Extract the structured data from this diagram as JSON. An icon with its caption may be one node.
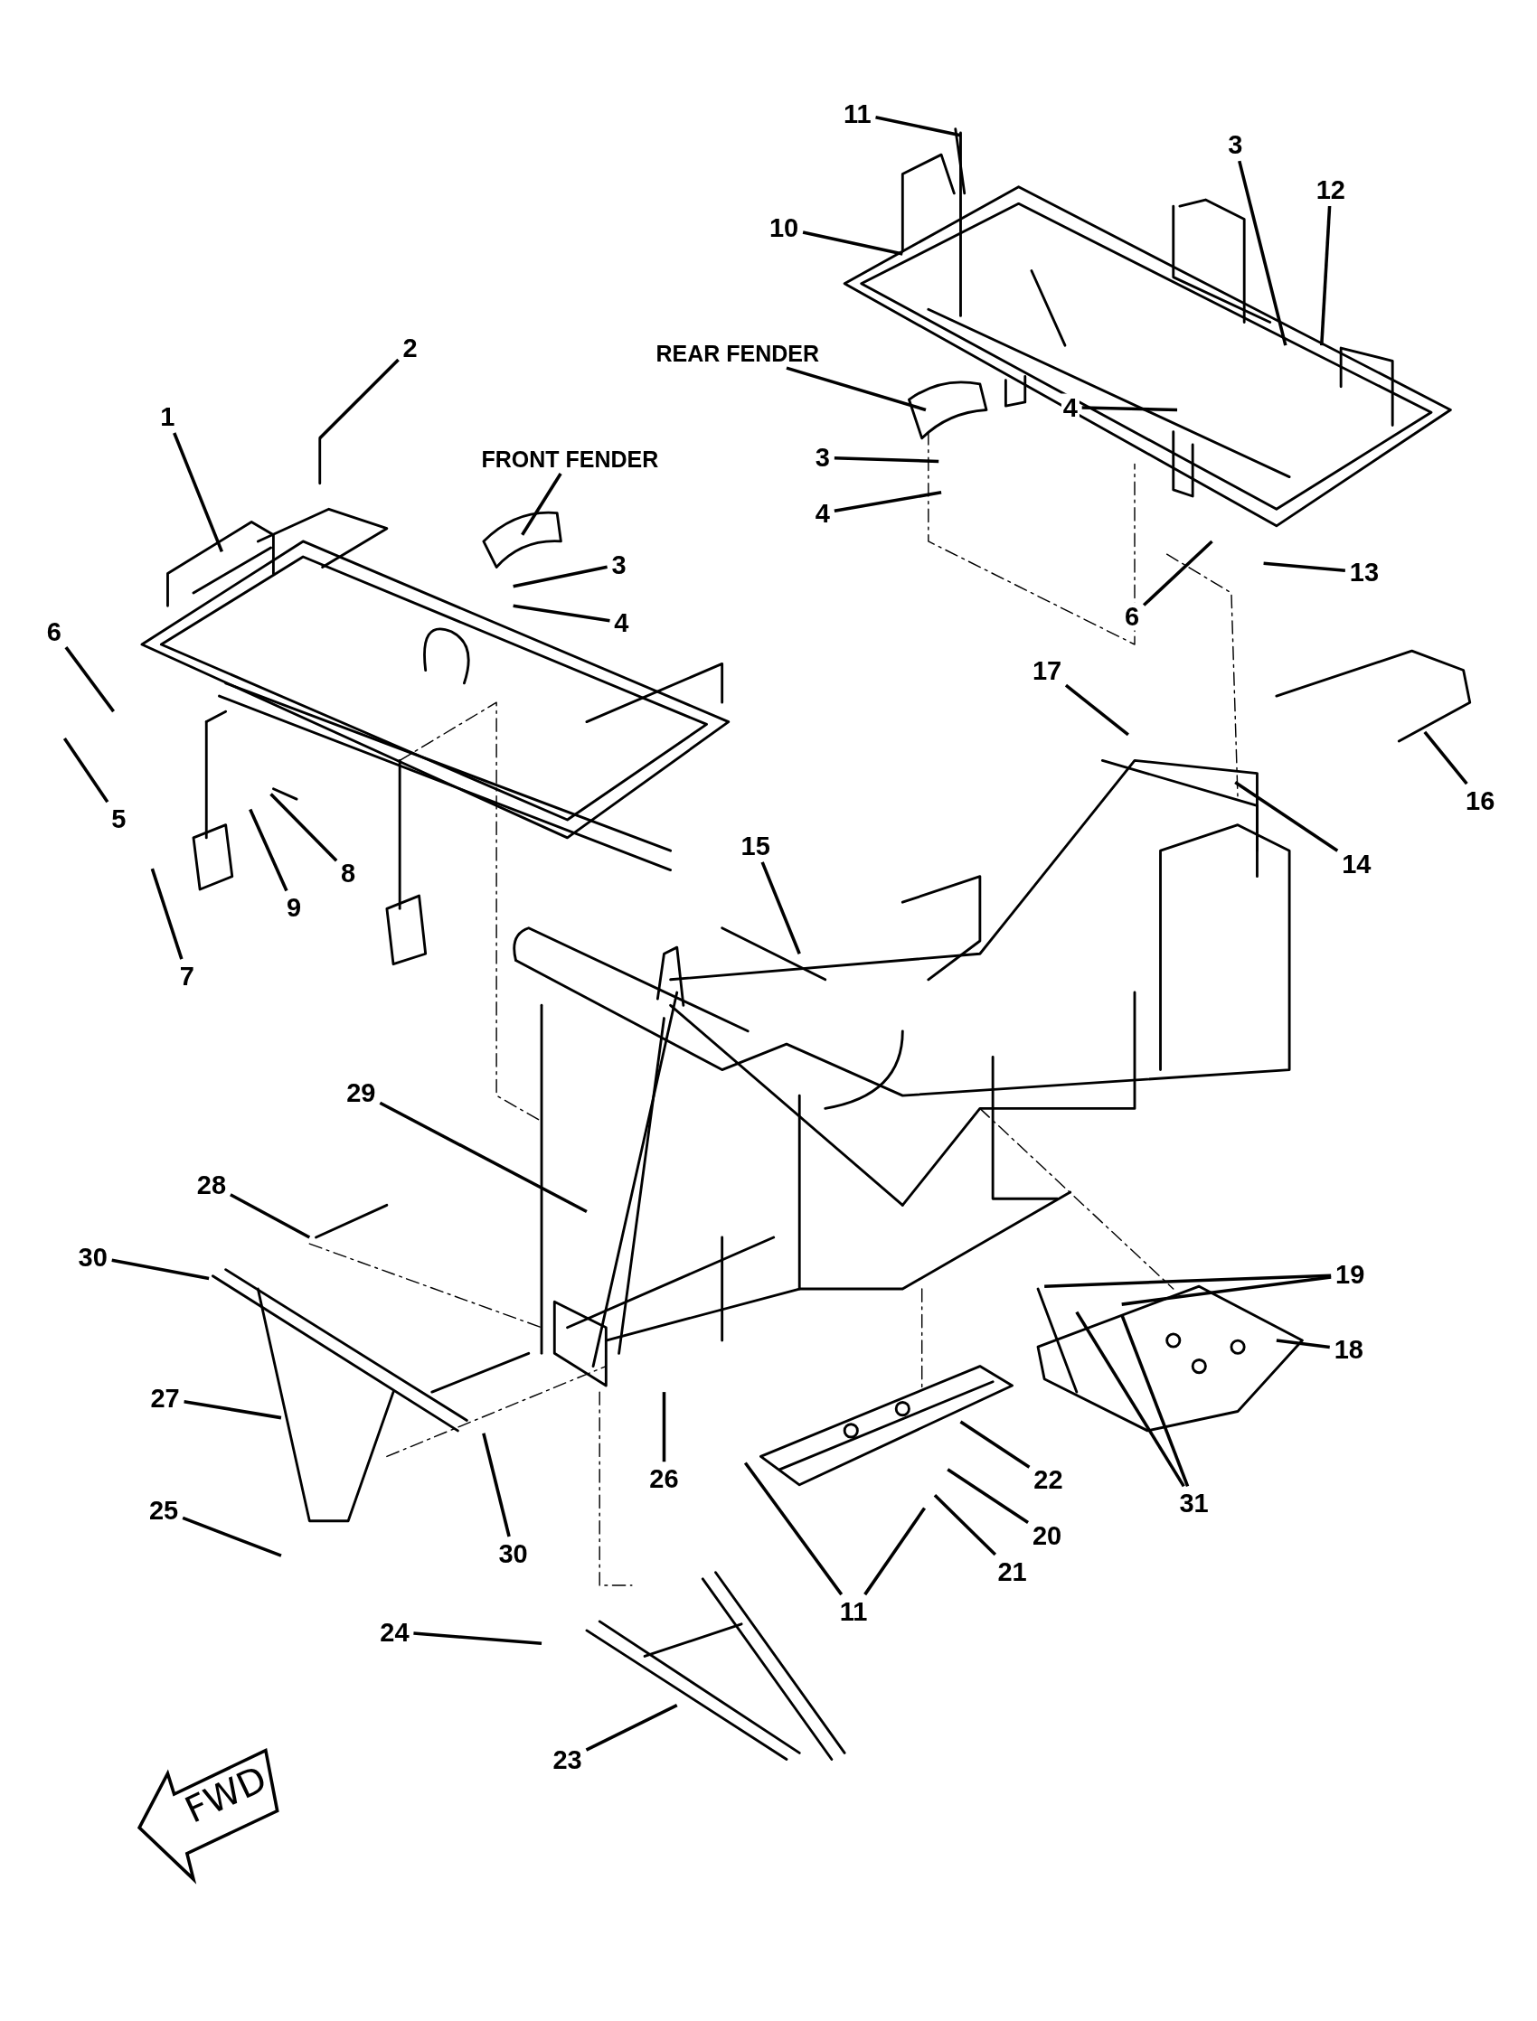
{
  "diagram": {
    "nodes": [
      {
        "text": [
          "11"
        ]
      },
      {
        "text": [
          "10"
        ]
      },
      {
        "text": [
          "3"
        ]
      },
      {
        "text": [
          "12"
        ]
      },
      {
        "text": [
          "REAR FENDER"
        ]
      },
      {
        "text": [
          "4"
        ]
      },
      {
        "text": [
          "3"
        ]
      },
      {
        "text": [
          "4"
        ]
      },
      {
        "text": [
          "13"
        ]
      },
      {
        "text": [
          "6"
        ]
      },
      {
        "text": [
          "2"
        ]
      },
      {
        "text": [
          "1"
        ]
      },
      {
        "text": [
          "FRONT FENDER"
        ]
      },
      {
        "text": [
          "3"
        ]
      },
      {
        "text": [
          "4"
        ]
      },
      {
        "text": [
          "6"
        ]
      },
      {
        "text": [
          "5"
        ]
      },
      {
        "text": [
          "8"
        ]
      },
      {
        "text": [
          "9"
        ]
      },
      {
        "text": [
          "7"
        ]
      },
      {
        "text": [
          "17"
        ]
      },
      {
        "text": [
          "16"
        ]
      },
      {
        "text": [
          "14"
        ]
      },
      {
        "text": [
          "15"
        ]
      },
      {
        "text": [
          "29"
        ]
      },
      {
        "text": [
          "28"
        ]
      },
      {
        "text": [
          "30"
        ]
      },
      {
        "text": [
          "19"
        ]
      },
      {
        "text": [
          "18"
        ]
      },
      {
        "text": [
          "27"
        ]
      },
      {
        "text": [
          "26"
        ]
      },
      {
        "text": [
          "22"
        ]
      },
      {
        "text": [
          "30"
        ]
      },
      {
        "text": [
          "31"
        ]
      },
      {
        "text": [
          "20"
        ]
      },
      {
        "text": [
          "25"
        ]
      },
      {
        "text": [
          "21"
        ]
      },
      {
        "text": [
          "11"
        ]
      },
      {
        "text": [
          "24"
        ]
      },
      {
        "text": [
          "23"
        ]
      }
    ],
    "edges": [
      {
        "from": 0,
        "to": null,
        "arrow": "none"
      },
      {
        "from": 1,
        "to": null,
        "arrow": "none"
      },
      {
        "from": 2,
        "to": null,
        "arrow": "none"
      },
      {
        "from": 3,
        "to": null,
        "arrow": "none"
      },
      {
        "from": 4,
        "to": null,
        "arrow": "none"
      },
      {
        "from": 5,
        "to": null,
        "arrow": "none"
      },
      {
        "from": 6,
        "to": null,
        "arrow": "none"
      },
      {
        "from": 7,
        "to": null,
        "arrow": "none"
      },
      {
        "from": 8,
        "to": null,
        "arrow": "none"
      },
      {
        "from": 9,
        "to": null,
        "arrow": "none"
      },
      {
        "from": 10,
        "to": null,
        "arrow": "none"
      },
      {
        "from": 11,
        "to": null,
        "arrow": "none"
      },
      {
        "from": 12,
        "to": null,
        "arrow": "none"
      },
      {
        "from": 13,
        "to": null,
        "arrow": "none"
      },
      {
        "from": 14,
        "to": null,
        "arrow": "none"
      },
      {
        "from": 15,
        "to": null,
        "arrow": "none"
      },
      {
        "from": 16,
        "to": null,
        "arrow": "none"
      },
      {
        "from": 17,
        "to": null,
        "arrow": "none"
      },
      {
        "from": 18,
        "to": null,
        "arrow": "none"
      },
      {
        "from": 19,
        "to": null,
        "arrow": "none"
      },
      {
        "from": 20,
        "to": null,
        "arrow": "none"
      },
      {
        "from": 21,
        "to": null,
        "arrow": "none"
      },
      {
        "from": 22,
        "to": null,
        "arrow": "none"
      },
      {
        "from": 23,
        "to": null,
        "arrow": "none"
      },
      {
        "from": 24,
        "to": null,
        "arrow": "none"
      },
      {
        "from": 25,
        "to": null,
        "arrow": "none"
      },
      {
        "from": 26,
        "to": null,
        "arrow": "none"
      },
      {
        "from": 27,
        "to": null,
        "arrow": "none"
      },
      {
        "from": 27,
        "to": null,
        "arrow": "none"
      },
      {
        "from": 28,
        "to": null,
        "arrow": "none"
      },
      {
        "from": 29,
        "to": null,
        "arrow": "none"
      },
      {
        "from": 30,
        "to": null,
        "arrow": "none"
      },
      {
        "from": 31,
        "to": null,
        "arrow": "none"
      },
      {
        "from": 32,
        "to": null,
        "arrow": "none"
      },
      {
        "from": 33,
        "to": null,
        "arrow": "none"
      },
      {
        "from": 33,
        "to": null,
        "arrow": "none"
      },
      {
        "from": 34,
        "to": null,
        "arrow": "none"
      },
      {
        "from": 35,
        "to": null,
        "arrow": "none"
      },
      {
        "from": 36,
        "to": null,
        "arrow": "none"
      },
      {
        "from": 37,
        "to": null,
        "arrow": "none"
      },
      {
        "from": 37,
        "to": null,
        "arrow": "none"
      },
      {
        "from": 38,
        "to": null,
        "arrow": "none"
      },
      {
        "from": 39,
        "to": null,
        "arrow": "none"
      }
    ],
    "labels": [
      "FWD"
    ]
  }
}
